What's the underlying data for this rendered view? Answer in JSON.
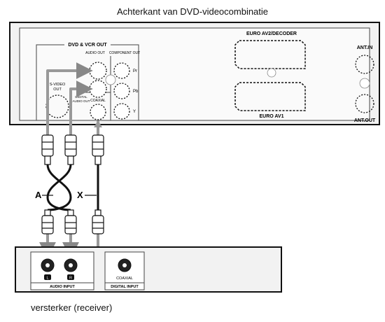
{
  "captions": {
    "top": "Achterkant van DVD-videocombinatie",
    "bottom": "versterker (receiver)"
  },
  "dvd_panel": {
    "group_label": "DVD & VCR OUT",
    "audio_out": "AUDIO OUT",
    "component_out": "COMPONENT OUT",
    "s_video_line1": "S-VIDEO",
    "s_video_line2": "OUT",
    "digital_audio_line1": "DIGITAL",
    "digital_audio_line2": "AUDIO OUT",
    "coaxial": "COAXIAL",
    "pr": "Pr",
    "pb": "Pb",
    "y": "Y",
    "euro_av2": "EURO AV2/DECODER",
    "euro_av1": "EURO AV1",
    "ant_in": "ANT.IN",
    "ant_out": "ANT.OUT"
  },
  "cables": {
    "a": "A",
    "x": "X"
  },
  "receiver_panel": {
    "audio_input": "AUDIO INPUT",
    "digital_input": "DIGITAL INPUT",
    "coaxial": "COAXIAL",
    "left": "L",
    "right": "R"
  }
}
